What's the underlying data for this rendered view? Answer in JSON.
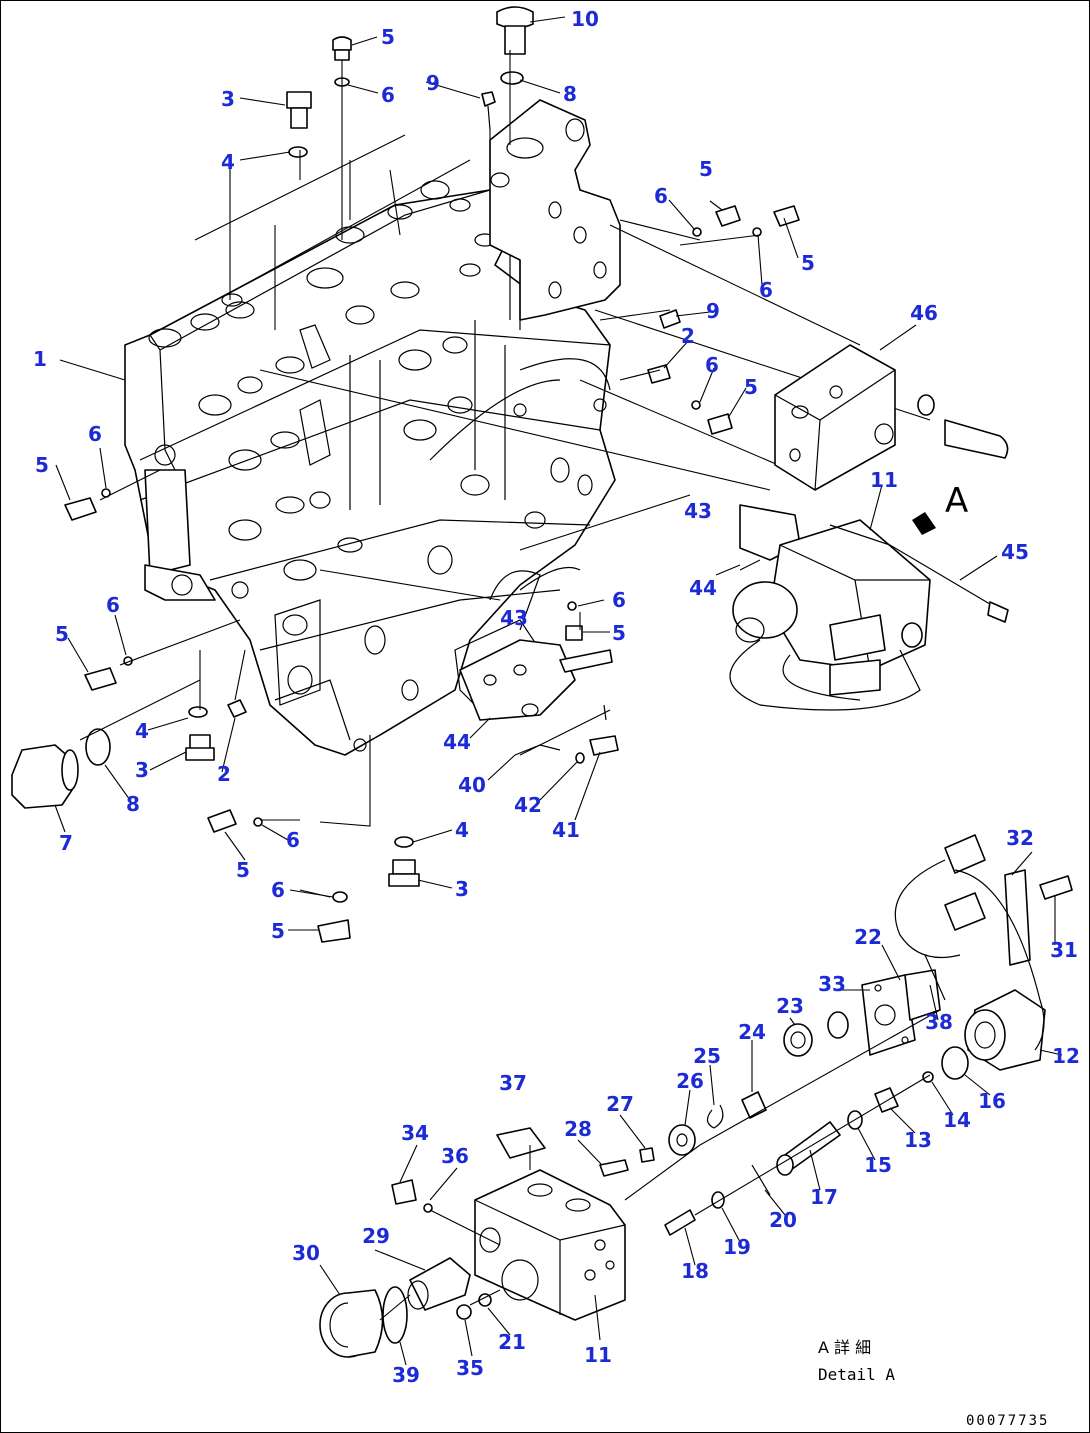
{
  "diagram": {
    "callouts": [
      "1",
      "2",
      "3",
      "4",
      "5",
      "6",
      "7",
      "8",
      "9",
      "10",
      "11",
      "12",
      "13",
      "14",
      "15",
      "16",
      "17",
      "18",
      "19",
      "20",
      "21",
      "22",
      "23",
      "24",
      "25",
      "26",
      "27",
      "28",
      "29",
      "30",
      "31",
      "32",
      "33",
      "34",
      "35",
      "36",
      "37",
      "38",
      "39",
      "40",
      "41",
      "42",
      "43",
      "44",
      "45",
      "46"
    ],
    "view_marker": "A",
    "detail_caption_jp": "A 詳 細",
    "detail_caption_en": "Detail A",
    "drawing_code": "00077735",
    "colors": {
      "callout": "#1c2bd6",
      "line": "#000000",
      "background": "#ffffff"
    }
  }
}
